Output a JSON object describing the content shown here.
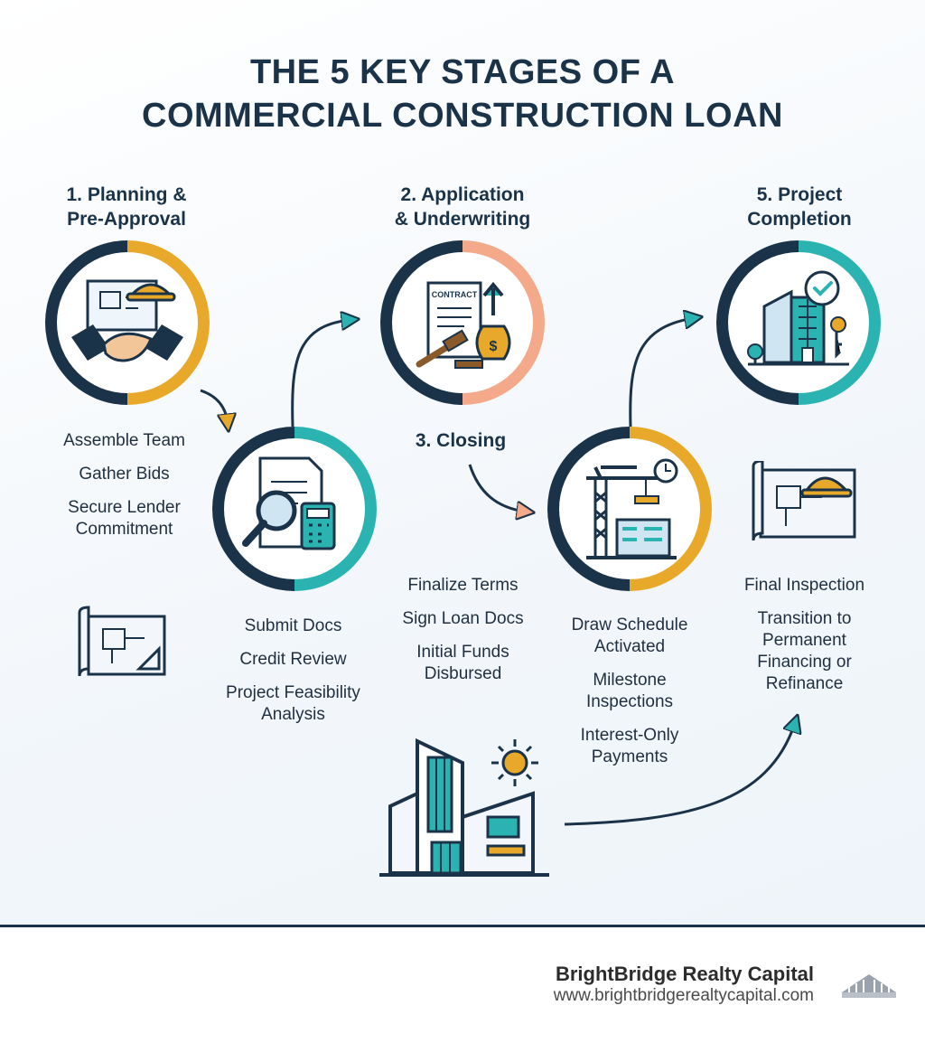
{
  "title": {
    "line1": "THE 5 KEY STAGES OF A",
    "line2": "COMMERCIAL CONSTRUCTION LOAN"
  },
  "stages": [
    {
      "heading_line1": "1. Planning &",
      "heading_line2": "Pre-Approval",
      "bullets": [
        "Assemble Team",
        "Gather Bids",
        "Secure Lender Commitment"
      ]
    },
    {
      "heading_line1": "2. Application",
      "heading_line2": "& Underwriting",
      "bullets": [
        "Submit Docs",
        "Credit Review",
        "Project Feasibility Analysis"
      ]
    },
    {
      "heading": "3. Closing",
      "bullets": [
        "Finalize Terms",
        "Sign Loan Docs",
        "Initial Funds Disbursed"
      ]
    },
    {
      "bullets": [
        "Draw Schedule Activated",
        "Milestone Inspections",
        "Interest-Only Payments"
      ]
    },
    {
      "heading_line1": "5. Project",
      "heading_line2": "Completion",
      "bullets": [
        "Final Inspection",
        "Transition to Permanent Financing or Refinance"
      ]
    }
  ],
  "icons": {
    "contract_label": "CONTRACT"
  },
  "colors": {
    "navy": "#1b3349",
    "gold": "#e8a92a",
    "peach": "#f3a98a",
    "teal": "#2bb3b1"
  },
  "footer": {
    "brand": "BrightBridge Realty Capital",
    "url": "www.brightbridgerealtycapital.com"
  }
}
